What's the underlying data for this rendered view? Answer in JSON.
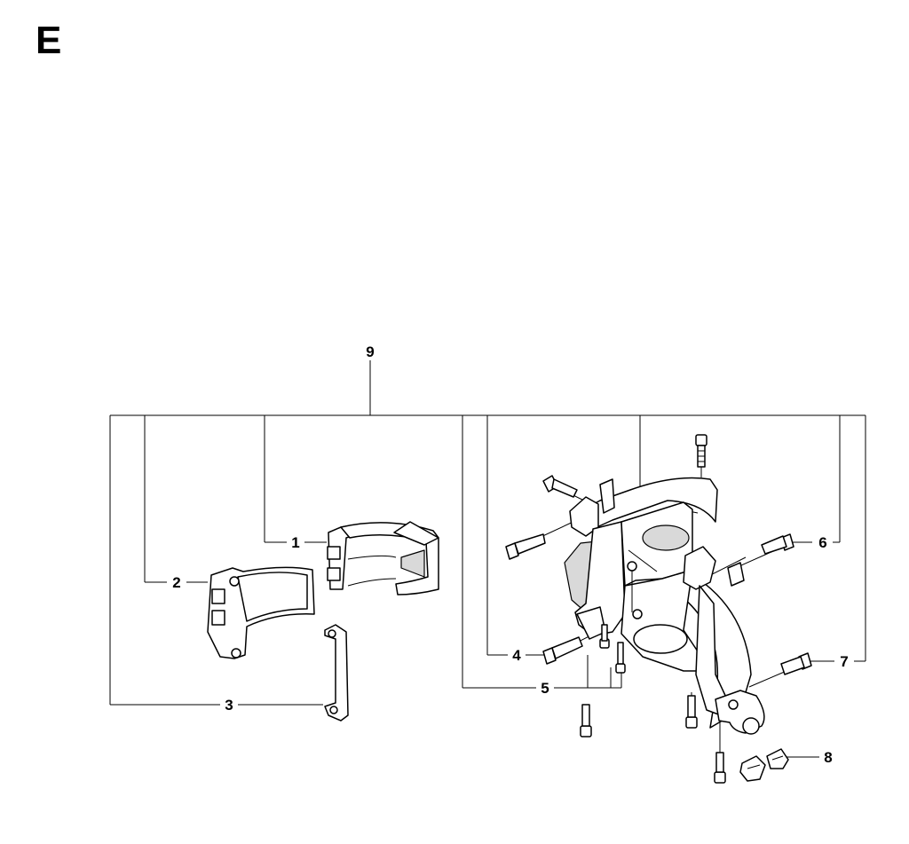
{
  "section_letter": "E",
  "callouts": {
    "c1": "1",
    "c2": "2",
    "c3": "3",
    "c4": "4",
    "c5": "5",
    "c6": "6",
    "c7": "7",
    "c8": "8",
    "c9": "9"
  }
}
